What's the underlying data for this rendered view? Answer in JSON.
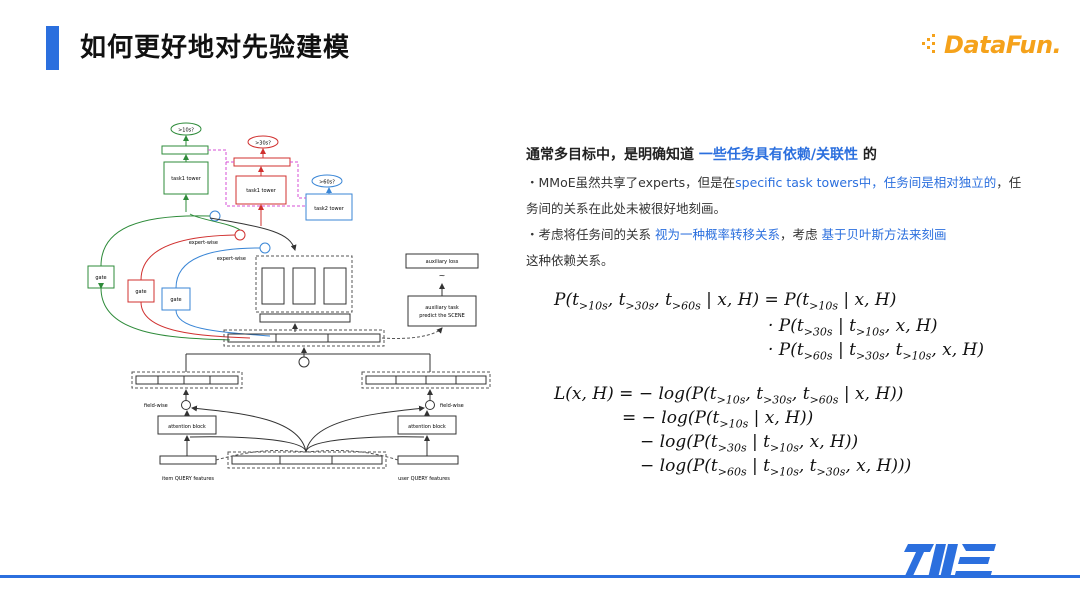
{
  "header": {
    "title": "如何更好地对先验建模",
    "logo": "DataFun."
  },
  "diagram": {
    "top_labels": {
      "t10": ">10s?",
      "t30": ">30s?",
      "t60": ">60s?"
    },
    "towers": {
      "task1a": "task1 tower",
      "task1b": "task1 tower",
      "task2": "task2 tower"
    },
    "gates": {
      "g1": "gate",
      "g2": "gate",
      "g3": "gate"
    },
    "expert_wise_1": "expert-wise",
    "expert_wise_2": "expert-wise",
    "aux_loss": "auxiliary loss",
    "aux_task_line1": "auxiliary task",
    "aux_task_line2": "predict the SCENE",
    "field_wise_left": "field-wise",
    "field_wise_right": "field-wise",
    "attention_left": "attention block",
    "attention_right": "attention block",
    "item_features": "item QUERY features",
    "user_features": "user QUERY features"
  },
  "panel": {
    "heading_pre": "通常多目标中，是明确知道 ",
    "heading_blue": "一些任务具有依赖/关联性",
    "heading_post": " 的",
    "b1_pre": "・MMoE虽然共享了experts，但是在",
    "b1_blue": "specific task towers中，任务间是相对独立的",
    "b1_post": "，任务间的关系在此处未被很好地刻画。",
    "b2_pre": "・考虑将任务间的关系 ",
    "b2_blue1": "视为一种概率转移关系",
    "b2_mid": "，考虑 ",
    "b2_blue2": "基于贝叶斯方法来刻画",
    "b2_post": "这种依赖关系。"
  },
  "colors": {
    "accent": "#2b6fde",
    "green": "#2e8b3a",
    "red": "#d0302f",
    "blue": "#3a86d6",
    "magenta": "#d64fd6",
    "logo": "#f5a21b"
  }
}
